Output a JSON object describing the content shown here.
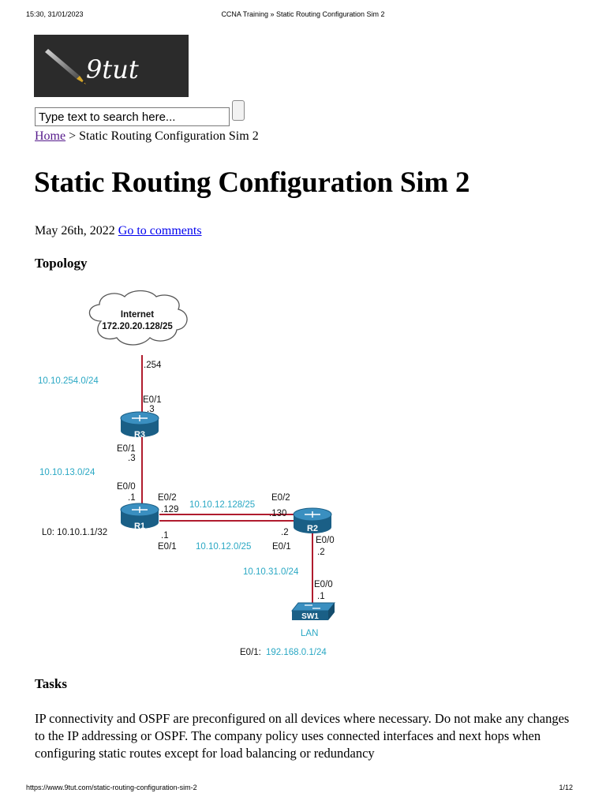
{
  "print_header": {
    "datetime": "15:30, 31/01/2023",
    "title": "CCNA Training » Static Routing Configuration Sim 2"
  },
  "print_footer": {
    "url": "https://www.9tut.com/static-routing-configuration-sim-2",
    "page": "1/12"
  },
  "logo": {
    "text": "9tut"
  },
  "search": {
    "placeholder": "Type text to search here..."
  },
  "breadcrumb": {
    "home": "Home",
    "separator": ">",
    "current": "Static Routing Configuration Sim 2"
  },
  "page_title": "Static Routing Configuration Sim 2",
  "post": {
    "date": "May 26th, 2022",
    "comments_link": "Go to comments"
  },
  "sections": {
    "topology_heading": "Topology",
    "tasks_heading": "Tasks"
  },
  "topology": {
    "internet_label": "Internet",
    "internet_network": "172.20.20.128/25",
    "internet_host": ".254",
    "devices": {
      "r1": "R1",
      "r2": "R2",
      "r3": "R3",
      "sw1": "SW1"
    },
    "networks": {
      "r3_internet": "10.10.254.0/24",
      "r1_r3": "10.10.13.0/24",
      "r1_r2_top": "10.10.12.128/25",
      "r1_r2_bottom": "10.10.12.0/25",
      "r2_sw1": "10.10.31.0/24",
      "lan_subnet": "192.168.0.1/24"
    },
    "interfaces": {
      "r3_up_if": "E0/1",
      "r3_up_ip": ".3",
      "r3_down_if": "E0/1",
      "r3_down_ip": ".3",
      "r1_up_if": "E0/0",
      "r1_up_ip": ".1",
      "r1_e02_if": "E0/2",
      "r1_e02_ip": ".129",
      "r1_e01_ip": ".1",
      "r1_e01_if": "E0/1",
      "r2_e02_if": "E0/2",
      "r2_e02_ip": ".130",
      "r2_e01_ip": ".2",
      "r2_e01_if": "E0/1",
      "r2_e00_if": "E0/0",
      "r2_e00_ip": ".2",
      "sw1_if": "E0/0",
      "sw1_ip": ".1"
    },
    "r1_loopback": "L0: 10.10.1.1/32",
    "lan_label": "LAN",
    "lan_if": "E0/1:",
    "colors": {
      "link": "#b01c2e",
      "label": "#2aa8c4",
      "device": "#1f6f9a"
    }
  },
  "tasks_text": "IP connectivity and OSPF are preconfigured on all devices where necessary. Do not make any changes to the IP addressing or OSPF. The company policy uses connected interfaces and next hops when configuring static routes except for load balancing or redundancy"
}
